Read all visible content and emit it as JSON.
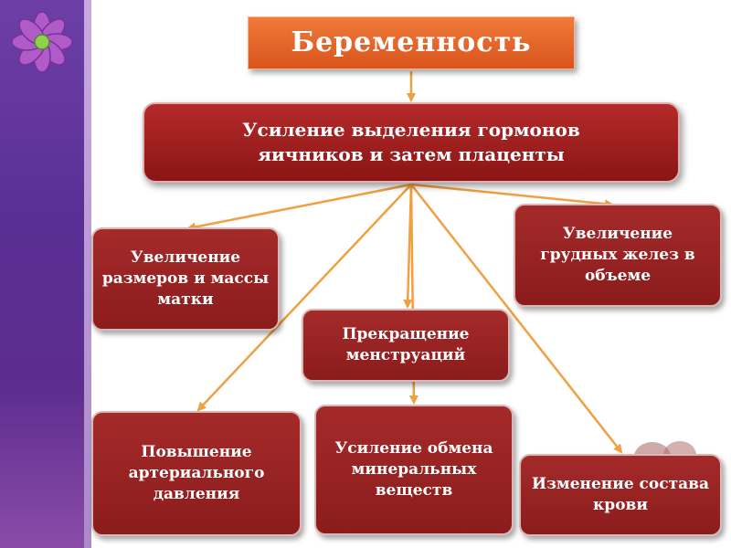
{
  "title": "Беременность",
  "main_node": {
    "line1": "Усиление выделения гормонов",
    "line2": "яичников и затем плаценты"
  },
  "effects": {
    "uterus": "Увеличение размеров и массы матки",
    "menses": "Прекращение менструаций",
    "breast": "Увеличение грудных желез в объеме",
    "pressure": "Повышение артериального давления",
    "mineral": "Усиление обмена минеральных веществ",
    "blood": "Изменение состава крови"
  },
  "colors": {
    "title_bg": "#e8642a",
    "node_bg": "#9b2222",
    "arrow": "#f0a040",
    "sidebar": "#5c2d8e",
    "flower": "#b05cc8"
  }
}
